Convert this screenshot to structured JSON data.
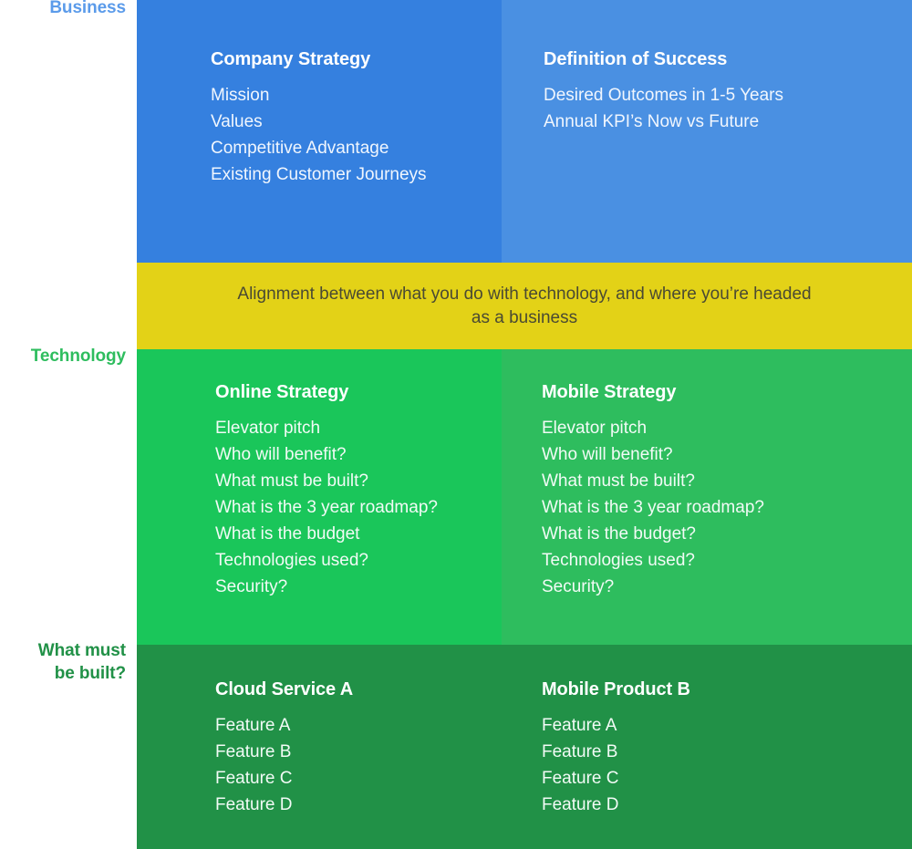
{
  "axis_labels": {
    "business": "Business",
    "technology": "Technology",
    "what_must_be_built": "What must\nbe built?",
    "what_must_be_built_line1": "What must",
    "what_must_be_built_line2": "be built?"
  },
  "alignment_band": {
    "text": "Alignment between what you do with technology, and where you’re headed as a business",
    "color": "#e3d217",
    "text_color": "#4a4a33"
  },
  "business_row": {
    "color_left": "#3580df",
    "color_right": "#4a90e2",
    "cards": [
      {
        "title": "Company Strategy",
        "items": [
          "Mission",
          "Values",
          "Competitive Advantage",
          "Existing Customer Journeys"
        ]
      },
      {
        "title": "Definition of Success",
        "items": [
          "Desired Outcomes in 1-5 Years",
          "Annual KPI’s Now vs Future"
        ]
      }
    ]
  },
  "technology_row": {
    "color_left": "#1ac65a",
    "color_right": "#2ebd5e",
    "cards": [
      {
        "title": "Online Strategy",
        "items": [
          "Elevator pitch",
          "Who will benefit?",
          "What must be built?",
          "What is the 3 year roadmap?",
          "What is the budget",
          "Technologies used?",
          "Security?"
        ]
      },
      {
        "title": "Mobile Strategy",
        "items": [
          "Elevator pitch",
          "Who will benefit?",
          "What must be built?",
          "What is the 3 year roadmap?",
          "What is the budget?",
          "Technologies used?",
          "Security?"
        ]
      }
    ]
  },
  "build_row": {
    "color": "#219147",
    "cards": [
      {
        "title": "Cloud Service A",
        "items": [
          "Feature A",
          "Feature B",
          "Feature C",
          "Feature D"
        ]
      },
      {
        "title": "Mobile Product B",
        "items": [
          "Feature A",
          "Feature B",
          "Feature C",
          "Feature D"
        ]
      }
    ]
  }
}
